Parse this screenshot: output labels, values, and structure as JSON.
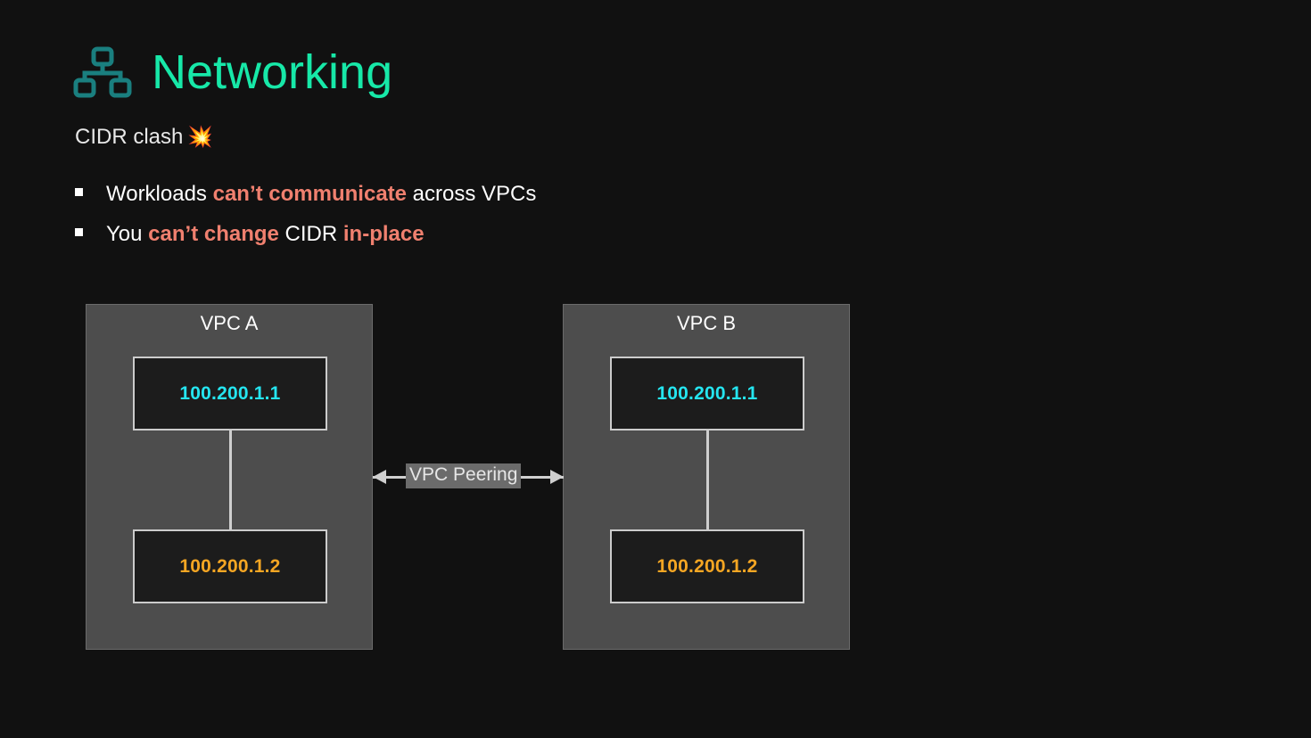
{
  "header": {
    "title": "Networking",
    "title_color": "#17e8a8",
    "icon": "sitemap-icon",
    "subtitle": "CIDR clash",
    "subtitle_emoji": "💥"
  },
  "bullets": [
    {
      "marker": "square-bullet",
      "segments": [
        {
          "text": "Workloads ",
          "highlight": false
        },
        {
          "text": "can’t communicate",
          "highlight": true
        },
        {
          "text": " across VPCs",
          "highlight": false
        }
      ]
    },
    {
      "marker": "square-bullet",
      "segments": [
        {
          "text": "You ",
          "highlight": false
        },
        {
          "text": "can’t change",
          "highlight": true
        },
        {
          "text": " CIDR ",
          "highlight": false
        },
        {
          "text": "in-place",
          "highlight": true
        }
      ]
    }
  ],
  "highlight_color": "#f0806f",
  "diagram": {
    "vpcs": [
      {
        "label": "VPC A",
        "nodes": [
          {
            "ip": "100.200.1.1",
            "color": "#25e5f0"
          },
          {
            "ip": "100.200.1.2",
            "color": "#f5a623"
          }
        ]
      },
      {
        "label": "VPC B",
        "nodes": [
          {
            "ip": "100.200.1.1",
            "color": "#25e5f0"
          },
          {
            "ip": "100.200.1.2",
            "color": "#f5a623"
          }
        ]
      }
    ],
    "connection": {
      "label": "VPC Peering",
      "style": "double-arrow"
    },
    "vpc_fill": "#4d4d4d",
    "node_fill": "#1c1c1c",
    "node_border": "#cccccc",
    "line_color": "#cfcfcf"
  },
  "background_color": "#111111"
}
